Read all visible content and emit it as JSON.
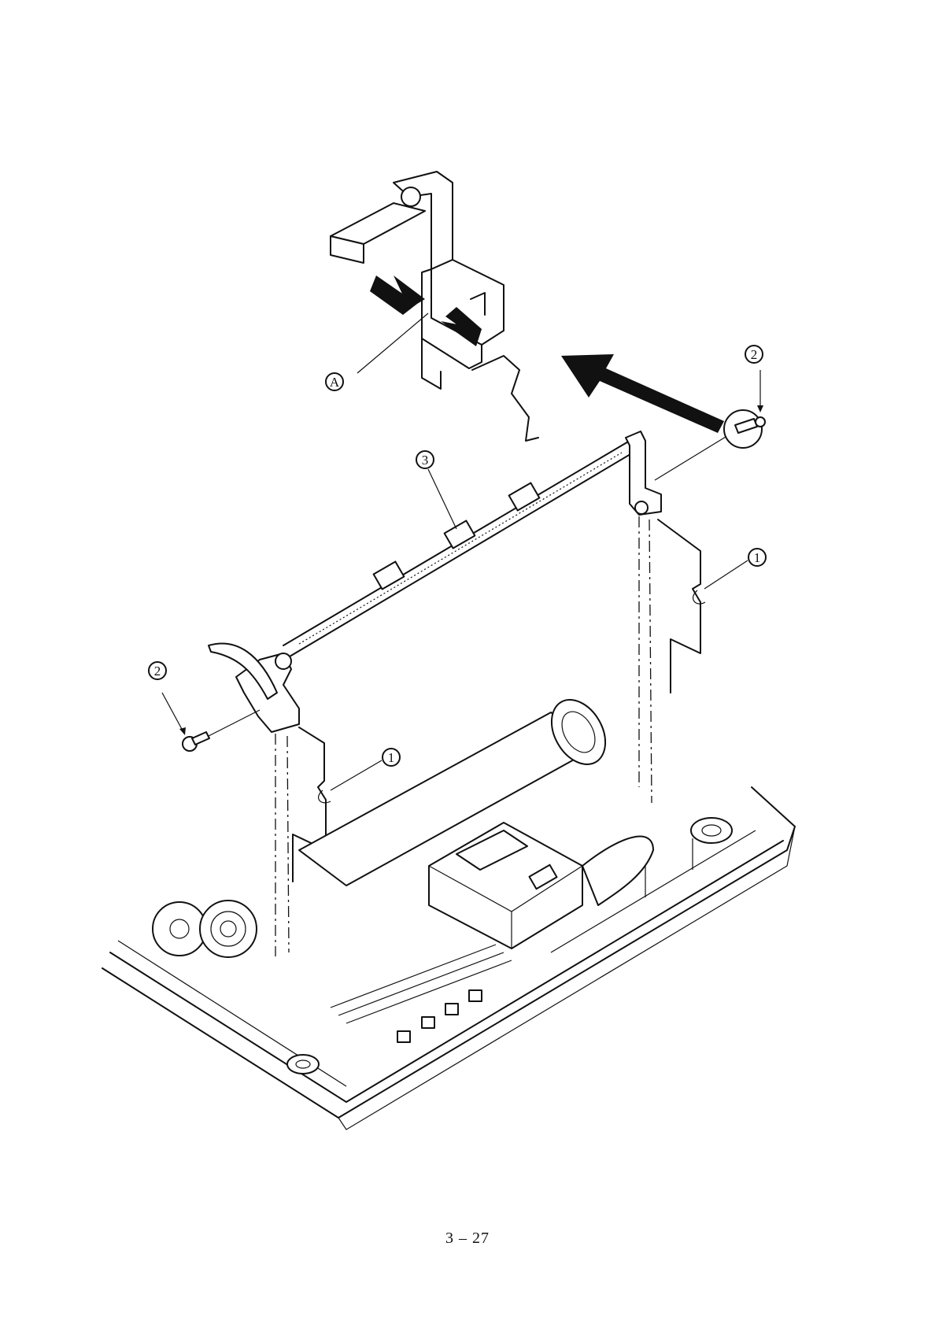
{
  "page_number": "3 – 27",
  "callouts": {
    "detail_a": "A",
    "screw_top_right": "2",
    "screw_left": "2",
    "shaft": "3",
    "bracket_right": "1",
    "bracket_left": "1"
  }
}
